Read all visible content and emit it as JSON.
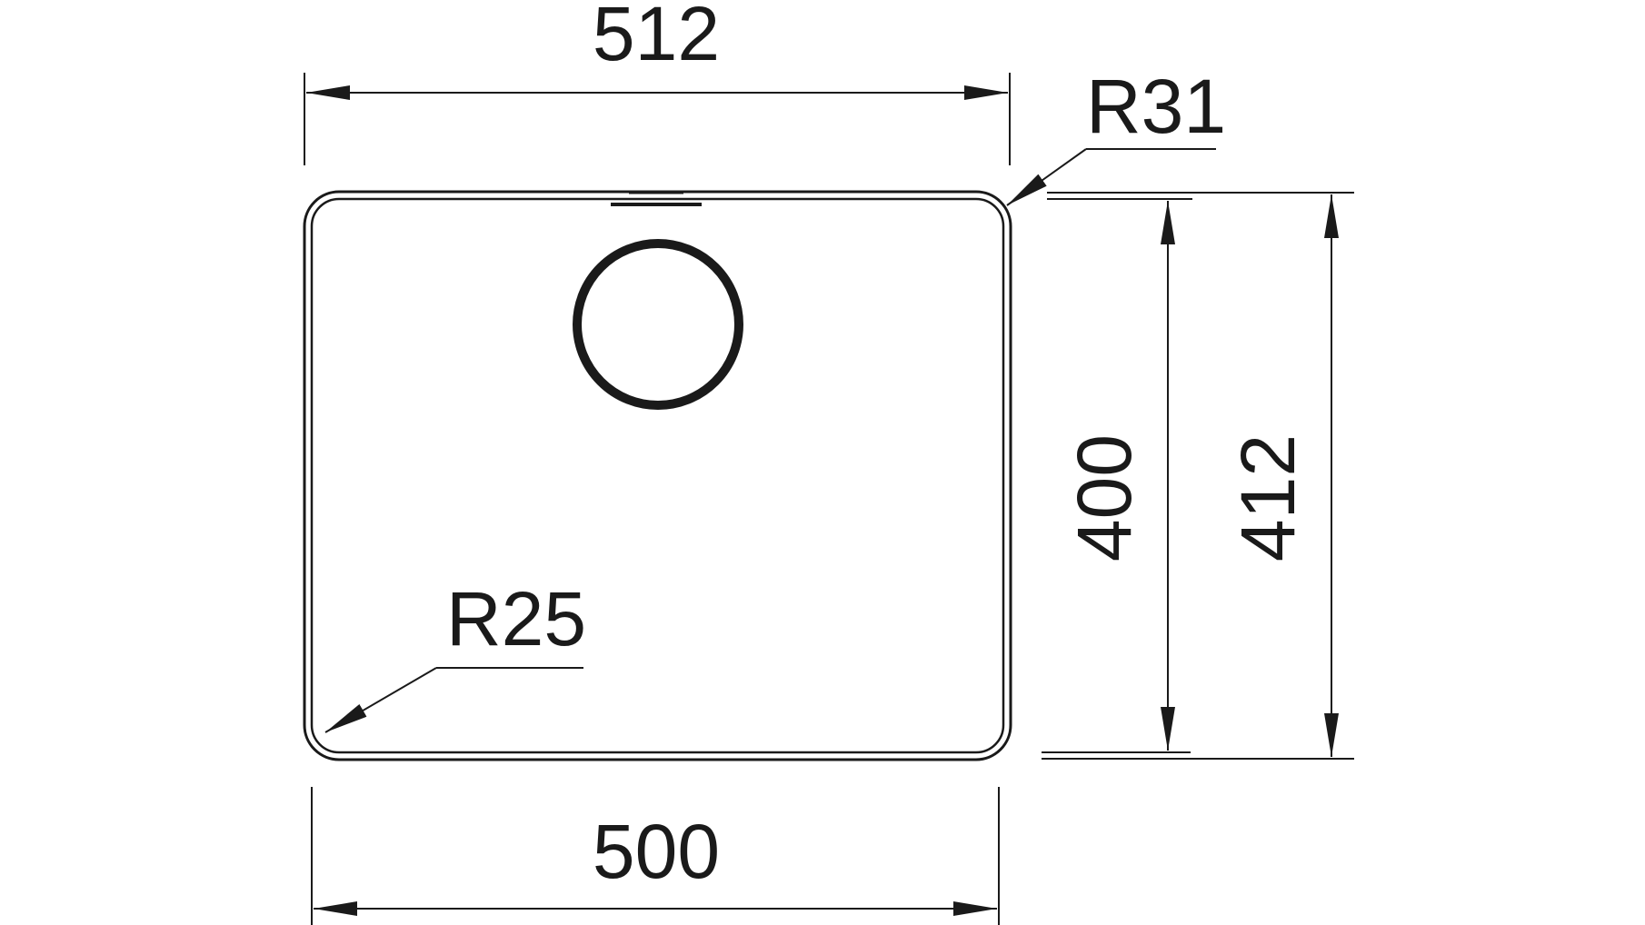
{
  "dimensions": {
    "overall_width": "512",
    "inner_width": "500",
    "inner_height": "400",
    "overall_height": "412",
    "outer_radius": "R31",
    "inner_radius": "R25"
  },
  "colors": {
    "line": "#1a1a1a",
    "background": "#ffffff"
  }
}
